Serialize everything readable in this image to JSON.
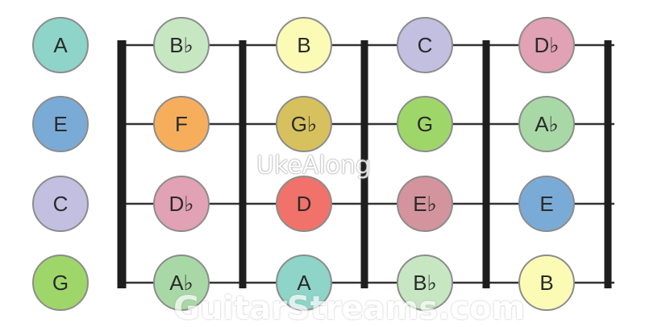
{
  "open_strings": [
    {
      "note": "A",
      "color": "#8ed4c8"
    },
    {
      "note": "E",
      "color": "#7aabd6"
    },
    {
      "note": "C",
      "color": "#c3bfe0"
    },
    {
      "note": "G",
      "color": "#9fd66a"
    }
  ],
  "frets": [
    [
      {
        "note": "B♭",
        "color": "#c6e7c2"
      },
      {
        "note": "B",
        "color": "#fbfbb6"
      },
      {
        "note": "C",
        "color": "#c3bfe0"
      },
      {
        "note": "D♭",
        "color": "#e0a2b4"
      }
    ],
    [
      {
        "note": "F",
        "color": "#f7ae5c"
      },
      {
        "note": "G♭",
        "color": "#d6c15e"
      },
      {
        "note": "G",
        "color": "#9fd66a"
      },
      {
        "note": "A♭",
        "color": "#a8d8a6"
      }
    ],
    [
      {
        "note": "D♭",
        "color": "#e0a2b4"
      },
      {
        "note": "D",
        "color": "#f0726a"
      },
      {
        "note": "E♭",
        "color": "#d3949d"
      },
      {
        "note": "E",
        "color": "#7aabd6"
      }
    ],
    [
      {
        "note": "A♭",
        "color": "#a8d8a6"
      },
      {
        "note": "A",
        "color": "#8ed4c8"
      },
      {
        "note": "B♭",
        "color": "#c6e7c2"
      },
      {
        "note": "B",
        "color": "#fbfbb6"
      }
    ]
  ],
  "watermarks": {
    "center": "UkeAlong",
    "bottom": "GuitarStreams.com"
  },
  "colors": {
    "string": "#333333",
    "fret": "#1e1e1e",
    "circle_border": "#8c8c8c"
  }
}
